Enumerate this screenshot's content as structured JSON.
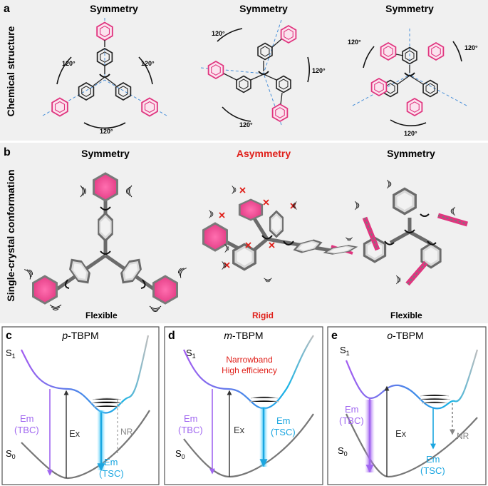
{
  "panel_a": {
    "letter": "a",
    "side_label": "Chemical structure",
    "columns": [
      {
        "title": "Symmetry",
        "angle_labels": [
          "120°",
          "120°",
          "120°"
        ]
      },
      {
        "title": "Symmetry",
        "angle_labels": [
          "120°",
          "120°",
          "120°"
        ]
      },
      {
        "title": "Symmetry",
        "angle_labels": [
          "120°",
          "120°",
          "120°"
        ]
      }
    ]
  },
  "panel_b": {
    "letter": "b",
    "side_label": "Single-crystal conformation",
    "columns": [
      {
        "title": "Symmetry",
        "caption": "Flexible"
      },
      {
        "title": "Asymmetry",
        "caption": "Rigid"
      },
      {
        "title": "Symmetry",
        "caption": "Flexible"
      }
    ]
  },
  "panels_cde": [
    {
      "letter": "c",
      "title_prefix": "p",
      "title_suffix": "-TBPM",
      "s1": "S",
      "s1_sub": "1",
      "s0": "S",
      "s0_sub": "0",
      "em_tbc_1": "Em",
      "em_tbc_2": "(TBC)",
      "ex": "Ex",
      "em_tsc_1": "Em",
      "em_tsc_2": "(TSC)",
      "nr": "NR",
      "note_1": "",
      "note_2": ""
    },
    {
      "letter": "d",
      "title_prefix": "m",
      "title_suffix": "-TBPM",
      "s1": "S",
      "s1_sub": "1",
      "s0": "S",
      "s0_sub": "0",
      "em_tbc_1": "Em",
      "em_tbc_2": "(TBC)",
      "ex": "Ex",
      "em_tsc_1": "Em",
      "em_tsc_2": "(TSC)",
      "nr": "",
      "note_1": "Narrowband",
      "note_2": "High efficiency"
    },
    {
      "letter": "e",
      "title_prefix": "o",
      "title_suffix": "-TBPM",
      "s1": "S",
      "s1_sub": "1",
      "s0": "S",
      "s0_sub": "0",
      "em_tbc_1": "Em",
      "em_tbc_2": "(TBC)",
      "ex": "Ex",
      "em_tsc_1": "Em",
      "em_tsc_2": "(TSC)",
      "nr": "NR",
      "note_1": "",
      "note_2": ""
    }
  ],
  "colors": {
    "pink_ring": "#f0619e",
    "dashed_axis": "#4a90d9",
    "emission_tbc": "#a066f0",
    "emission_tsc": "#1ba6e0",
    "ground_curve": "#777777",
    "asymmetry_red": "#e0201a",
    "panel_bg": "#f0f0f0"
  }
}
